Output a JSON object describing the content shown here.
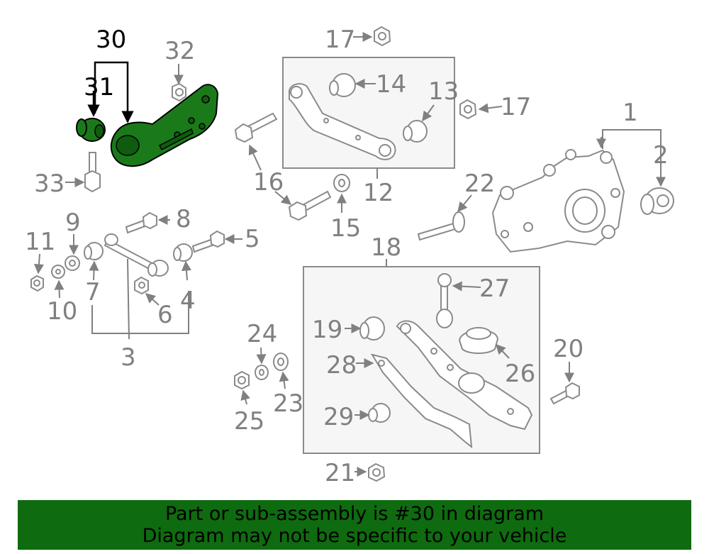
{
  "labels": {
    "l1": "1",
    "l2": "2",
    "l3": "3",
    "l4": "4",
    "l5": "5",
    "l6": "6",
    "l7": "7",
    "l8": "8",
    "l9": "9",
    "l10": "10",
    "l11": "11",
    "l12": "12",
    "l13": "13",
    "l14": "14",
    "l15": "15",
    "l16": "16",
    "l17a": "17",
    "l17b": "17",
    "l18": "18",
    "l19": "19",
    "l20": "20",
    "l21": "21",
    "l22": "22",
    "l23": "23",
    "l24": "24",
    "l25": "25",
    "l26": "26",
    "l27": "27",
    "l28": "28",
    "l29": "29",
    "l30": "30",
    "l31": "31",
    "l32": "32",
    "l33": "33"
  },
  "banner": {
    "line1": "Part or sub-assembly is #30 in diagram",
    "line2": "Diagram may not be specific to your vehicle"
  },
  "colors": {
    "highlight": "#1a7a1a",
    "banner_bg": "#0f6b0f",
    "part_stroke": "#8a8a8a"
  }
}
